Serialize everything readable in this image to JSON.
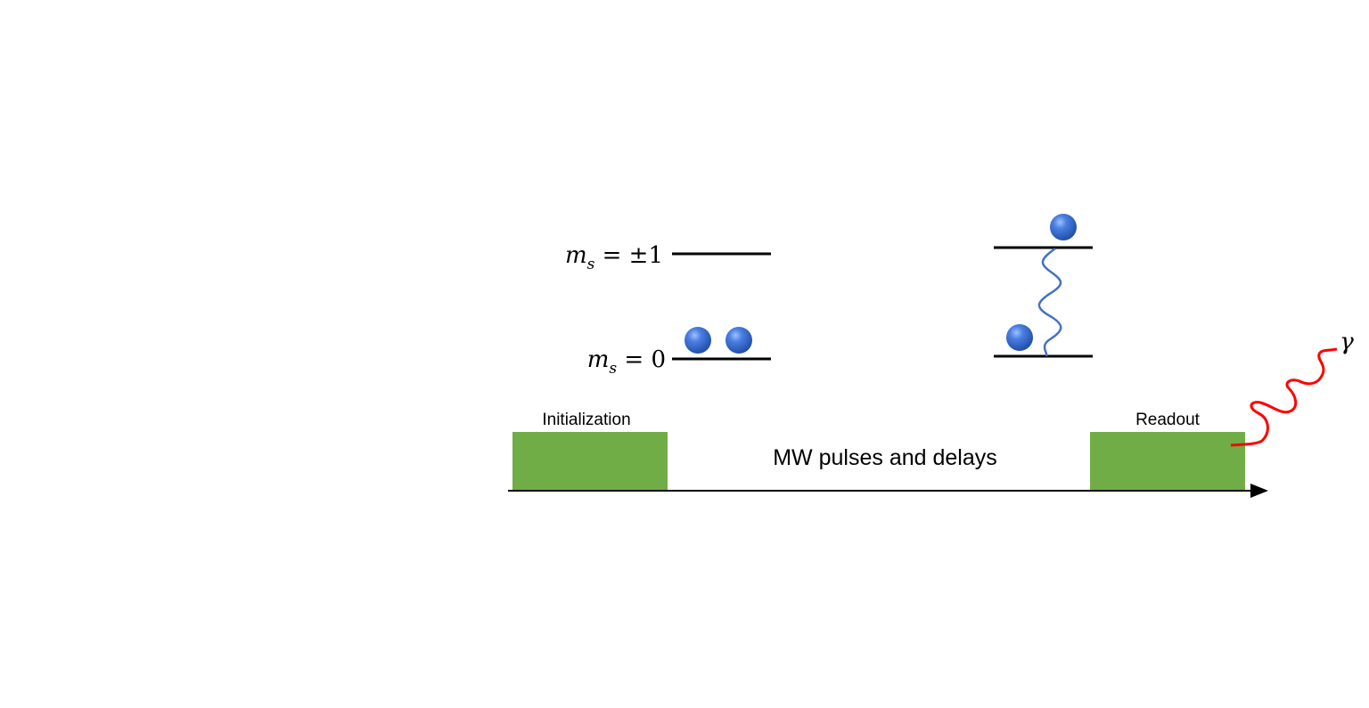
{
  "diagram": {
    "levels": {
      "upper_symbol": "m",
      "upper_subscript": "s",
      "upper_value": " = ±1",
      "lower_symbol": "m",
      "lower_subscript": "s",
      "lower_value": " = 0"
    },
    "blocks": {
      "initialization_label": "Initialization",
      "readout_label": "Readout"
    },
    "middle_label": "MW pulses and delays",
    "photon_label": "γ",
    "colors": {
      "pulse_block": "#70ad47",
      "particle": "#3a6fd0",
      "microwave_wave": "#4472c4",
      "photon_wave": "#ff0000",
      "level_line": "#000000"
    },
    "icons": {
      "particle": "blue-sphere-icon",
      "microwave": "wavy-line-icon",
      "photon": "wavy-line-icon",
      "time_axis": "arrow-right-icon"
    }
  }
}
